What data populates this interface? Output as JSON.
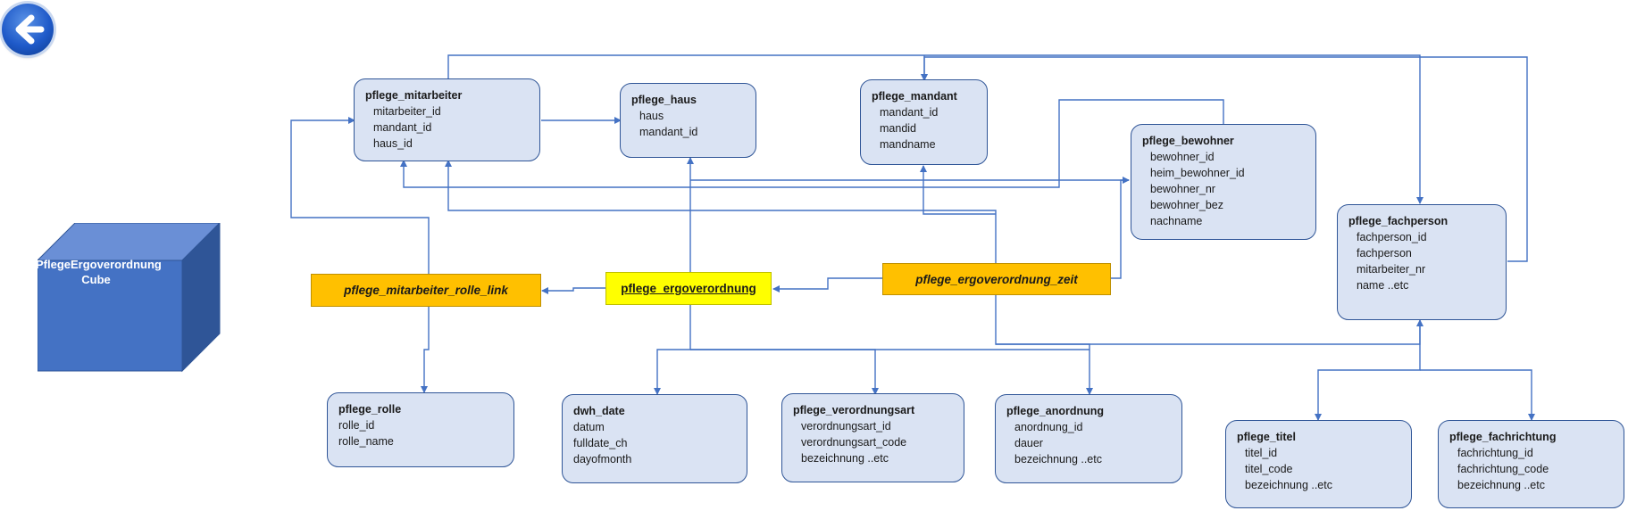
{
  "back_button": {
    "icon": "back-arrow-icon"
  },
  "cube": {
    "label": "PflegeErgoverordnung Cube"
  },
  "entities": {
    "mitarbeiter": {
      "title": "pflege_mitarbeiter",
      "fields": [
        "mitarbeiter_id",
        "mandant_id",
        "haus_id"
      ]
    },
    "haus": {
      "title": "pflege_haus",
      "fields": [
        "haus",
        "mandant_id"
      ]
    },
    "mandant": {
      "title": "pflege_mandant",
      "fields": [
        "mandant_id",
        "mandid",
        "mandname"
      ]
    },
    "bewohner": {
      "title": "pflege_bewohner",
      "fields": [
        "bewohner_id",
        "heim_bewohner_id",
        "bewohner_nr",
        "bewohner_bez",
        "nachname"
      ]
    },
    "fachperson": {
      "title": "pflege_fachperson",
      "fields": [
        "fachperson_id",
        "fachperson",
        "mitarbeiter_nr",
        "name ..etc"
      ]
    },
    "rolle": {
      "title": "pflege_rolle",
      "fields": [
        "rolle_id",
        "rolle_name"
      ]
    },
    "dwh_date": {
      "title": "dwh_date",
      "fields": [
        "datum",
        "fulldate_ch",
        "dayofmonth"
      ]
    },
    "verordnungsart": {
      "title": "pflege_verordnungsart",
      "fields": [
        "verordnungsart_id",
        "verordnungsart_code",
        "bezeichnung ..etc"
      ]
    },
    "anordnung": {
      "title": "pflege_anordnung",
      "fields": [
        "anordnung_id",
        "dauer",
        "bezeichnung ..etc"
      ]
    },
    "titel": {
      "title": "pflege_titel",
      "fields": [
        "titel_id",
        "titel_code",
        "bezeichnung  ..etc"
      ]
    },
    "fachrichtung": {
      "title": "pflege_fachrichtung",
      "fields": [
        "fachrichtung_id",
        "fachrichtung_code",
        "bezeichnung  ..etc"
      ]
    }
  },
  "link_tables": {
    "mitarbeiter_rolle_link": "pflege_mitarbeiter_rolle_link",
    "ergoverordnung": "pflege_ergoverordnung",
    "ergoverordnung_zeit": "pflege_ergoverordnung_zeit"
  },
  "colors": {
    "entity_fill": "#dae3f3",
    "entity_border": "#2f5597",
    "line": "#4472c4",
    "link_orange": "#ffc000",
    "link_yellow": "#ffff00",
    "cube_front": "#4472c4",
    "cube_top": "#6a8fd6",
    "cube_side": "#2f5597"
  }
}
